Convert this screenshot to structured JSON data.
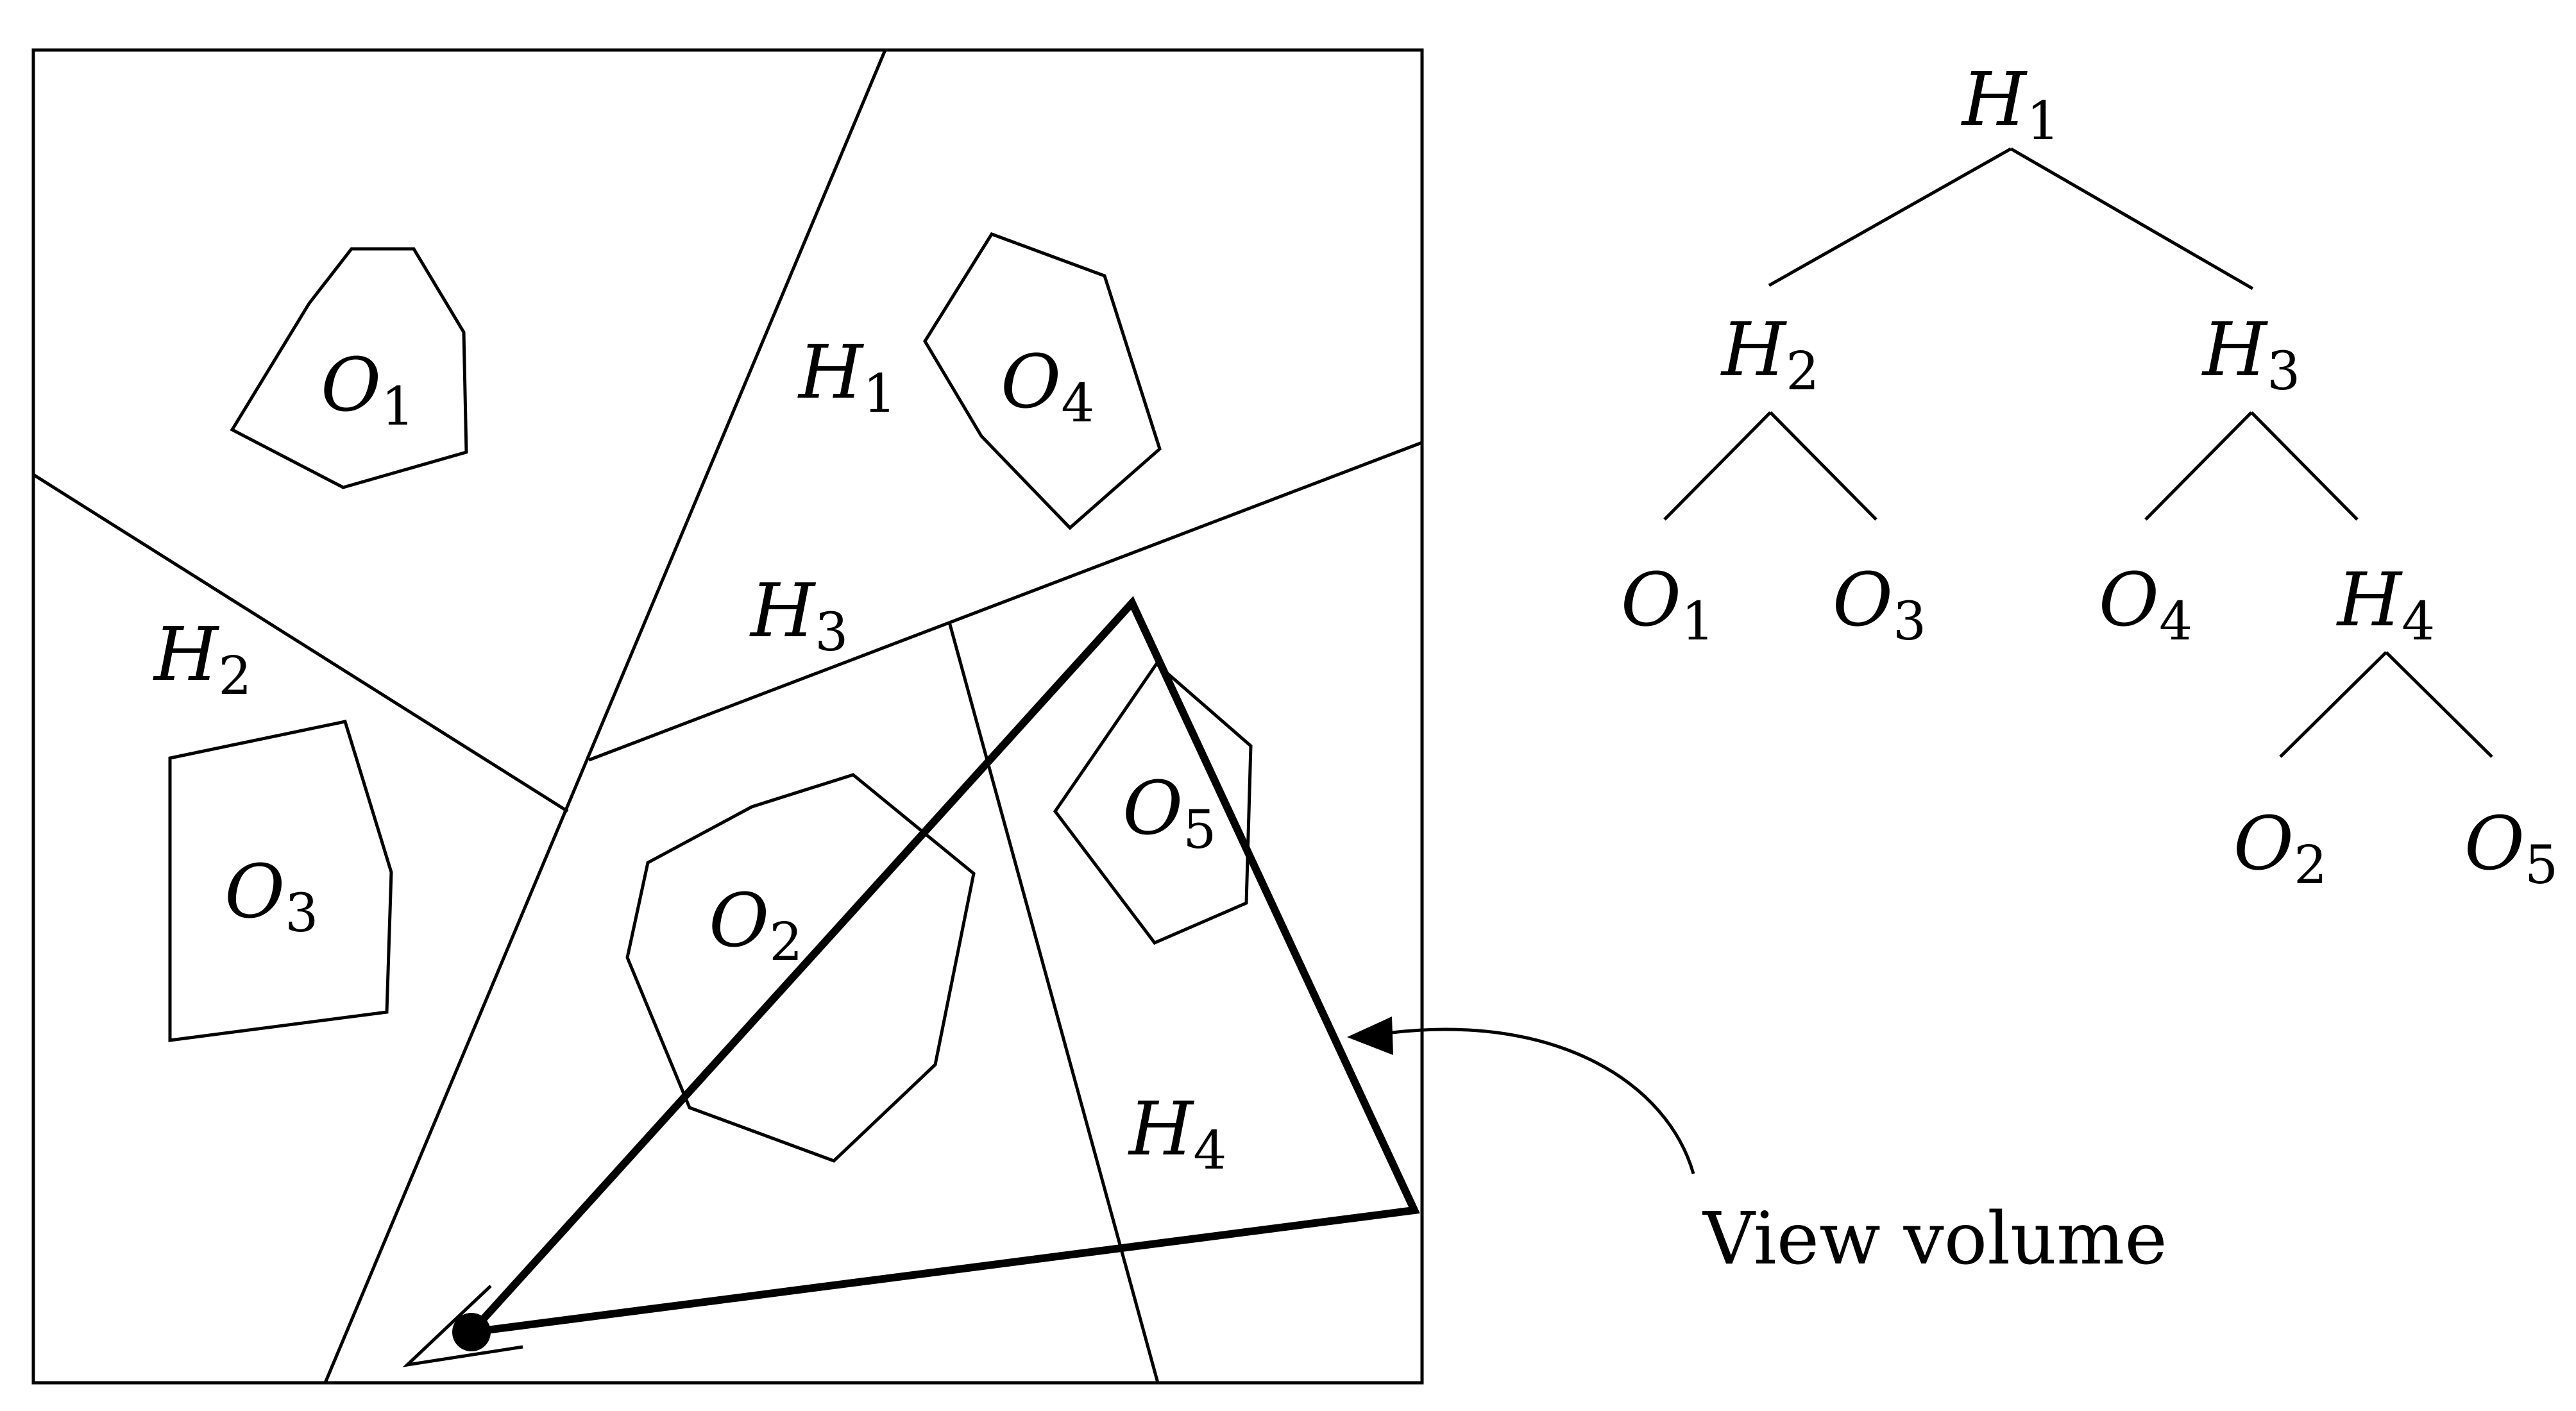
{
  "scene": {
    "region_labels": [
      {
        "id": "H1",
        "main": "H",
        "sub": "1"
      },
      {
        "id": "H2",
        "main": "H",
        "sub": "2"
      },
      {
        "id": "H3",
        "main": "H",
        "sub": "3"
      },
      {
        "id": "H4",
        "main": "H",
        "sub": "4"
      }
    ],
    "objects": [
      {
        "id": "O1",
        "main": "O",
        "sub": "1"
      },
      {
        "id": "O2",
        "main": "O",
        "sub": "2"
      },
      {
        "id": "O3",
        "main": "O",
        "sub": "3"
      },
      {
        "id": "O4",
        "main": "O",
        "sub": "4"
      },
      {
        "id": "O5",
        "main": "O",
        "sub": "5"
      }
    ],
    "caption": "View volume"
  },
  "tree": {
    "nodes": [
      {
        "id": "t-H1",
        "main": "H",
        "sub": "1",
        "kind": "plane"
      },
      {
        "id": "t-H2",
        "main": "H",
        "sub": "2",
        "kind": "plane"
      },
      {
        "id": "t-H3",
        "main": "H",
        "sub": "3",
        "kind": "plane"
      },
      {
        "id": "t-O1",
        "main": "O",
        "sub": "1",
        "kind": "object"
      },
      {
        "id": "t-O3",
        "main": "O",
        "sub": "3",
        "kind": "object"
      },
      {
        "id": "t-O4",
        "main": "O",
        "sub": "4",
        "kind": "object"
      },
      {
        "id": "t-H4",
        "main": "H",
        "sub": "4",
        "kind": "plane"
      },
      {
        "id": "t-O2",
        "main": "O",
        "sub": "2",
        "kind": "object"
      },
      {
        "id": "t-O5",
        "main": "O",
        "sub": "5",
        "kind": "object"
      }
    ],
    "edges": [
      [
        "t-H1",
        "t-H2"
      ],
      [
        "t-H1",
        "t-H3"
      ],
      [
        "t-H2",
        "t-O1"
      ],
      [
        "t-H2",
        "t-O3"
      ],
      [
        "t-H3",
        "t-O4"
      ],
      [
        "t-H3",
        "t-H4"
      ],
      [
        "t-H4",
        "t-O2"
      ],
      [
        "t-H4",
        "t-O5"
      ]
    ]
  }
}
